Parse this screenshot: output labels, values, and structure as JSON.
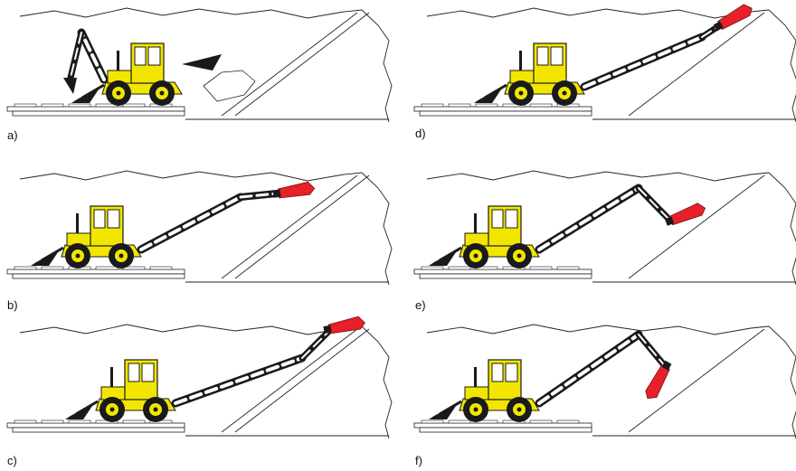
{
  "colors": {
    "machine_body": "#f2e600",
    "machine_outline": "#1a1a1a",
    "tool_accent": "#e8202a",
    "line": "#222222",
    "background": "#ffffff"
  },
  "panels": [
    {
      "label": "a)",
      "stage": "bucket-at-front"
    },
    {
      "label": "b)",
      "stage": "arm-extended-on-slope"
    },
    {
      "label": "c)",
      "stage": "arm-fully-extended"
    },
    {
      "label": "d)",
      "stage": "arm-raised-high"
    },
    {
      "label": "e)",
      "stage": "arm-folded"
    },
    {
      "label": "f)",
      "stage": "arm-folded-low"
    }
  ]
}
